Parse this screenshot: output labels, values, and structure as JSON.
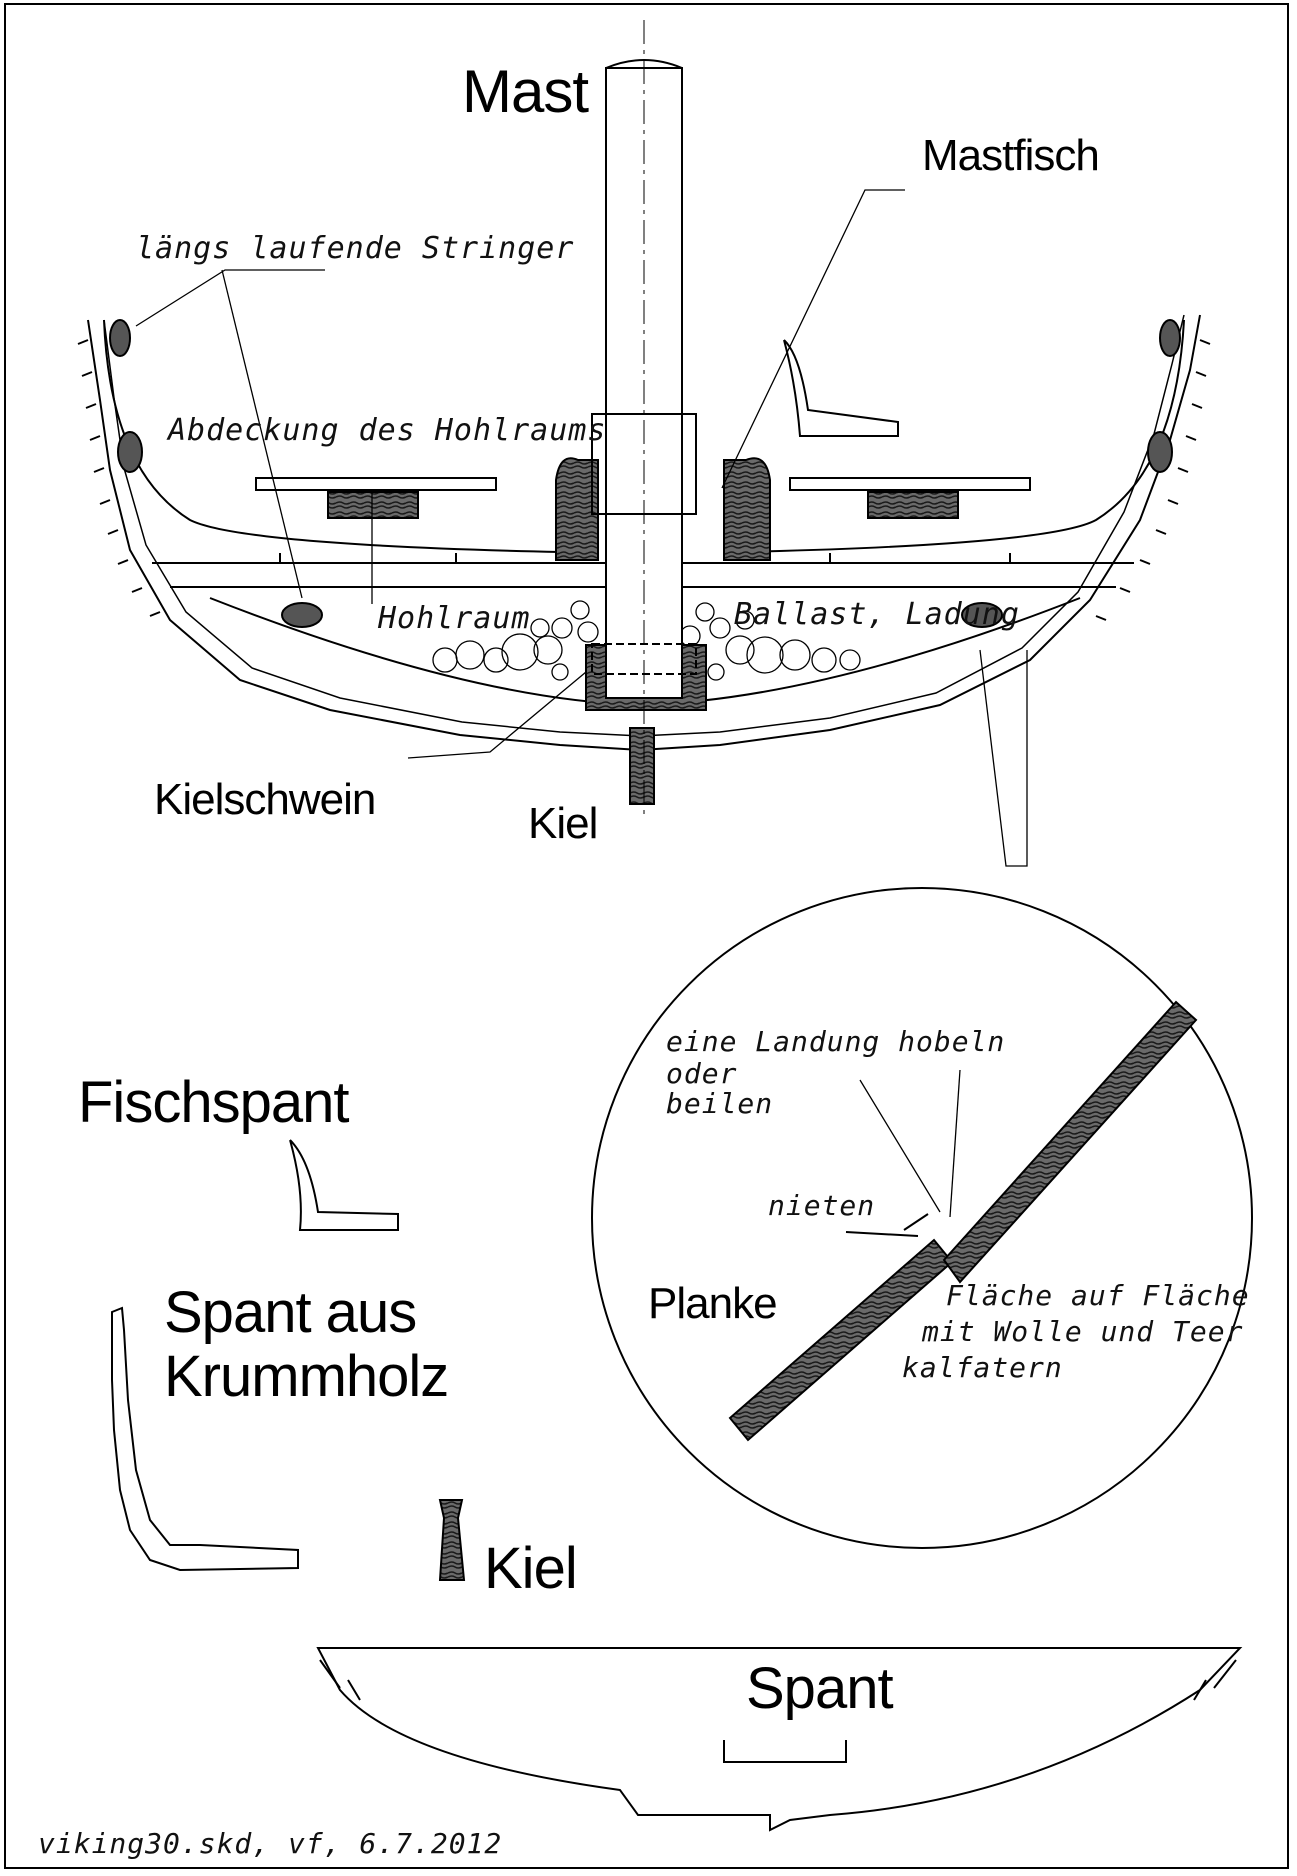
{
  "labels": {
    "mast": "Mast",
    "mastfisch": "Mastfisch",
    "stringer": "längs laufende Stringer",
    "abdeckung": "Abdeckung des Hohlraums",
    "hohlraum": "Hohlraum",
    "ballast": "Ballast, Ladung",
    "kielschwein": "Kielschwein",
    "kiel_top": "Kiel",
    "landung_line1": "eine Landung hobeln",
    "landung_line2": "oder",
    "landung_line3": "beilen",
    "nieten": "nieten",
    "planke": "Planke",
    "flaeche_line1": "Fläche auf Fläche",
    "flaeche_line2": "mit Wolle und Teer",
    "flaeche_line3": "kalfatern",
    "fischspant": "Fischspant",
    "spant_krumm_line1": "Spant aus",
    "spant_krumm_line2": "Krummholz",
    "kiel_bottom": "Kiel",
    "spant": "Spant",
    "footer": "viking30.skd, vf, 6.7.2012"
  },
  "colors": {
    "ink": "#000000",
    "wood": "#3a3a3a",
    "paper": "#ffffff"
  }
}
